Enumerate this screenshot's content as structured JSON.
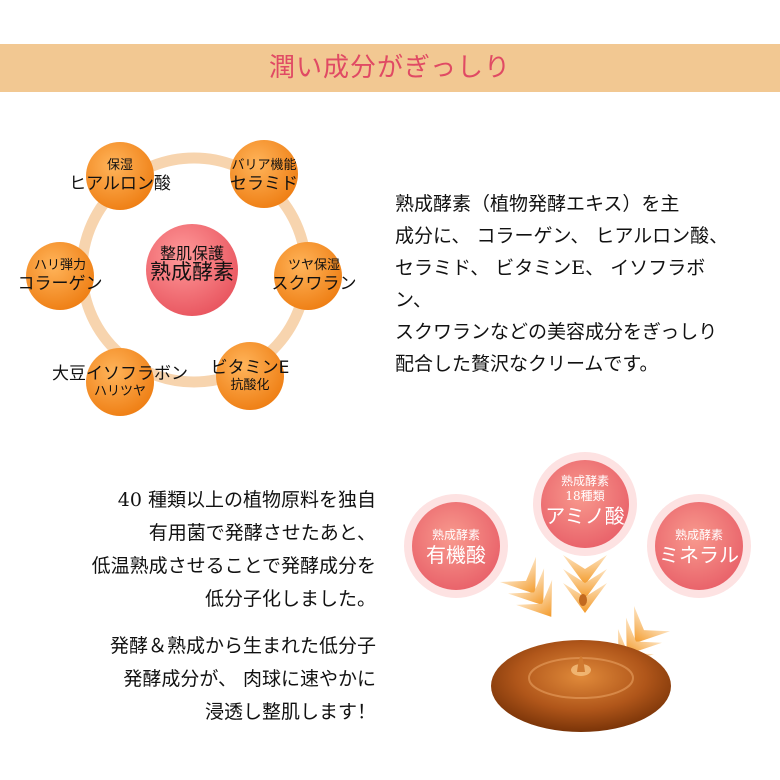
{
  "banner": {
    "title": "潤い成分がぎっしり"
  },
  "wheel": {
    "center": {
      "top": "整肌保護",
      "main": "熟成酵素"
    },
    "nodes": [
      {
        "sub": "保湿",
        "main": "ヒアルロン酸"
      },
      {
        "sub": "バリア機能",
        "main": "セラミド"
      },
      {
        "sub": "ツヤ保湿",
        "main": "スクワラン"
      },
      {
        "main": "ビタミンE",
        "sub": "抗酸化"
      },
      {
        "main": "大豆イソフラボン",
        "sub": "ハリツヤ"
      },
      {
        "sub": "ハリ弾力",
        "main": "コラーゲン"
      }
    ]
  },
  "description": {
    "lines": [
      "熟成酵素（植物発酵エキス）を主",
      "成分に、 コラーゲン、 ヒアルロン酸、",
      "セラミド、 ビタミンE、 イソフラボン、",
      "スクワランなどの美容成分をぎっしり",
      "配合した贅沢なクリームです。"
    ]
  },
  "process": {
    "para1": [
      "40 種類以上の植物原料を独自",
      "有用菌で発酵させたあと、",
      "低温熟成させることで発酵成分を",
      "低分子化しました。"
    ],
    "para2": [
      "発酵＆熟成から生まれた低分子",
      "発酵成分が、 肉球に速やかに",
      "浸透し整肌します！"
    ]
  },
  "ingredients": {
    "left": {
      "small": "熟成酵素",
      "main": "有機酸"
    },
    "top": {
      "small": "熟成酵素",
      "small2": "18種類",
      "main": "アミノ酸"
    },
    "right": {
      "small": "熟成酵素",
      "main": "ミネラル"
    }
  },
  "colors": {
    "banner_bg": "#f2c892",
    "banner_text": "#e04a64",
    "node_orange": "#f08a24",
    "center_pink": "#ec6670",
    "ring": "#f7d4ae",
    "bubble_pink": "#ef7a7a",
    "liquid_amber": "#b0561a"
  }
}
